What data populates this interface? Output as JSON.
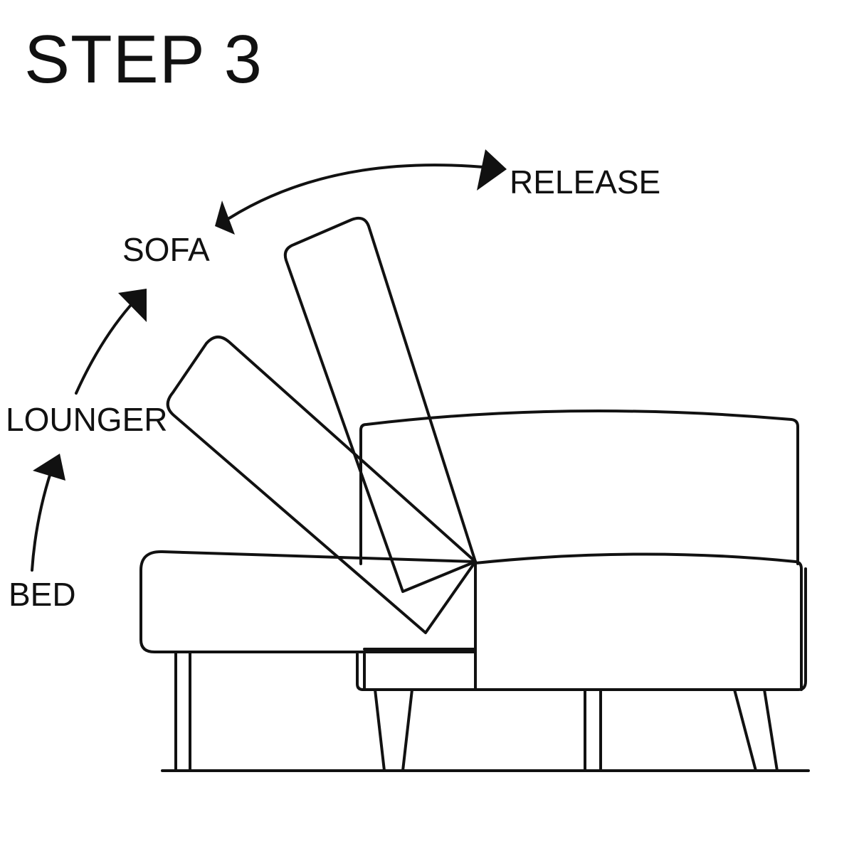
{
  "title": "STEP 3",
  "labels": {
    "release": "RELEASE",
    "sofa": "SOFA",
    "lounger": "LOUNGER",
    "bed": "BED"
  },
  "colors": {
    "line": "#111111",
    "background": "#ffffff"
  }
}
